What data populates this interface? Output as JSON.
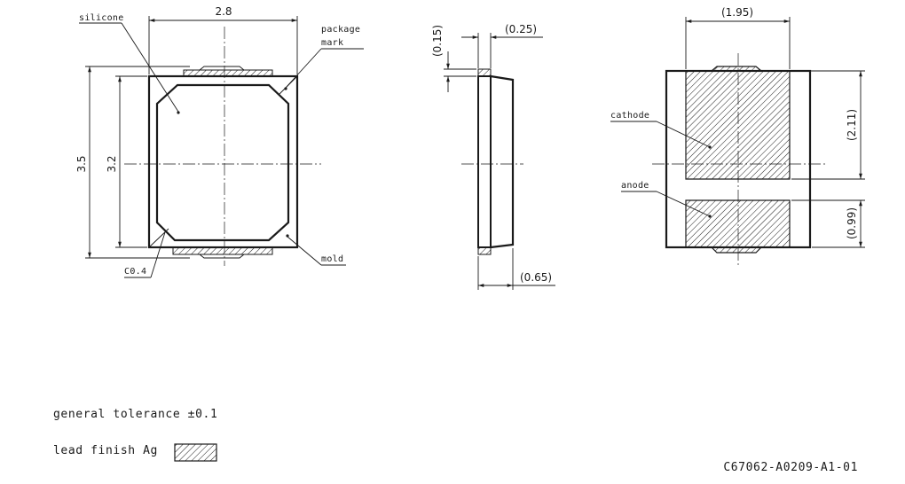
{
  "labels": {
    "silicone": "silicone",
    "package_mark_line1": "package",
    "package_mark_line2": "mark",
    "chamfer": "C0.4",
    "mold": "mold",
    "cathode": "cathode",
    "anode": "anode"
  },
  "dimensions": {
    "width": "2.8",
    "height_outer": "3.5",
    "height_inner": "3.2",
    "lens_height": "(0.15)",
    "lead_thickness": "(0.25)",
    "total_thickness": "(0.65)",
    "pad_width": "(1.95)",
    "cathode_pad_height": "(2.11)",
    "anode_pad_height": "(0.99)"
  },
  "notes": {
    "tolerance": "general tolerance ±0.1",
    "lead_finish": "lead finish Ag"
  },
  "drawing_number": "C67062-A0209-A1-01"
}
